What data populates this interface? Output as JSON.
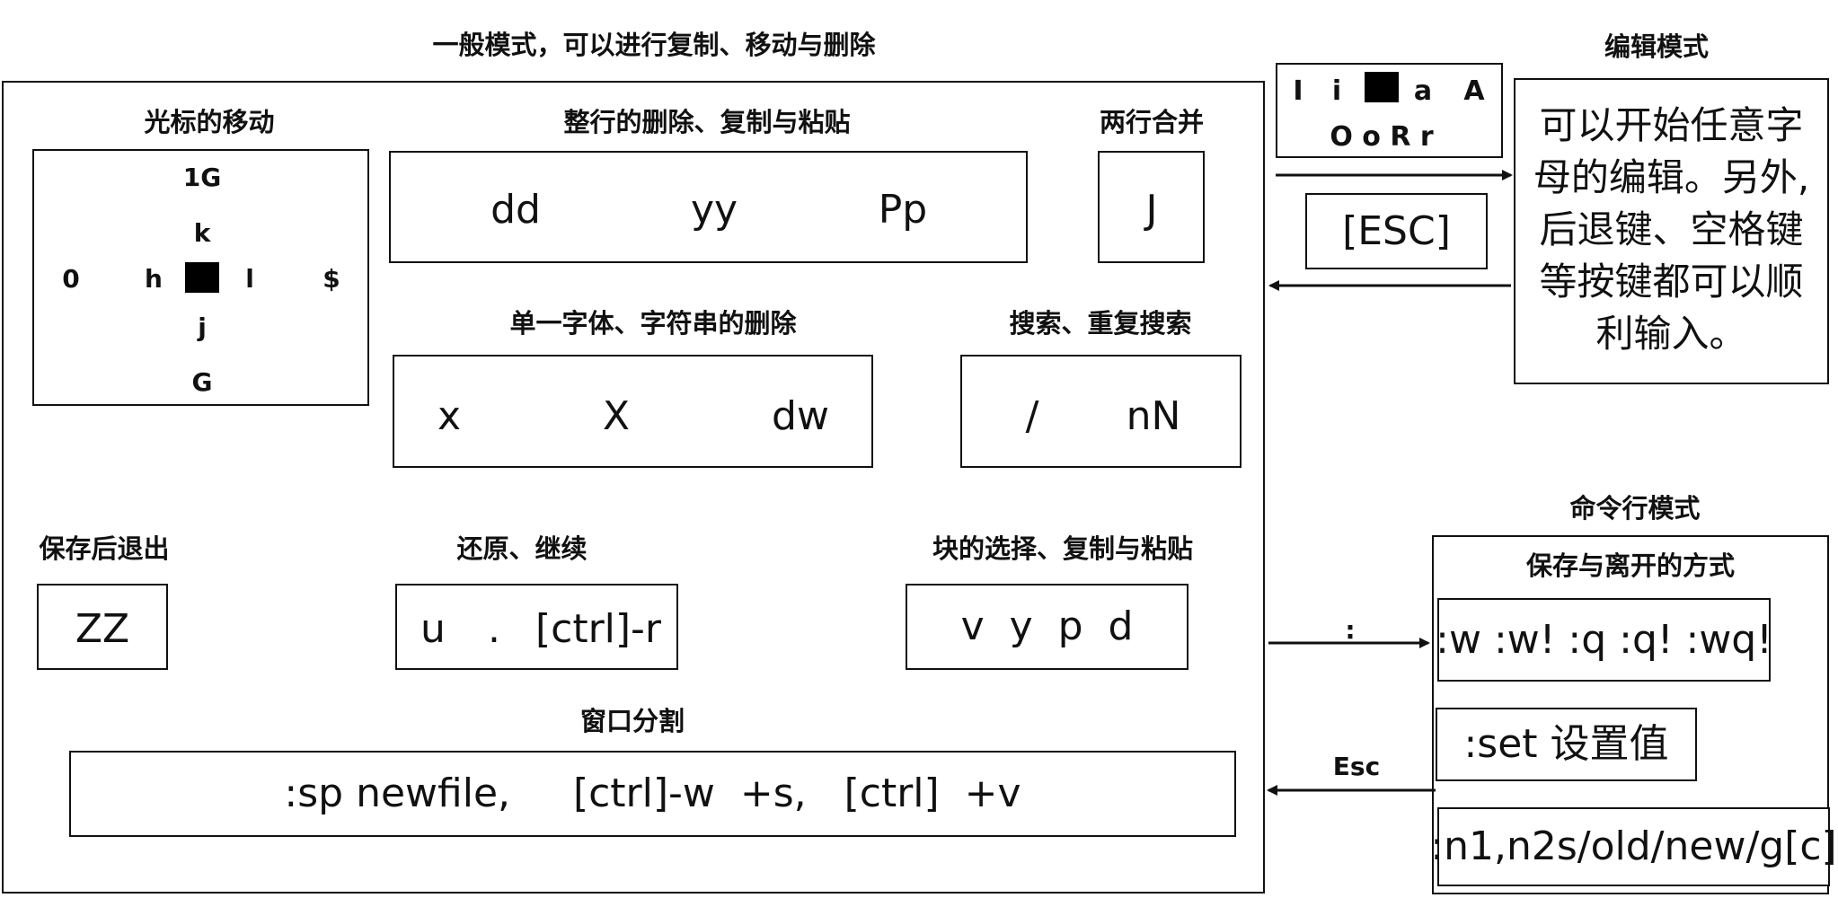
{
  "normal_mode": {
    "heading": "一般模式，可以进行复制、移动与删除",
    "cursor_move": {
      "title": "光标的移动",
      "keys": {
        "top": "1G",
        "up": "k",
        "left_far": "0",
        "left": "h",
        "right": "l",
        "right_far": "$",
        "down": "j",
        "bottom": "G"
      }
    },
    "line_ops": {
      "title": "整行的删除、复制与粘贴",
      "keys": [
        "dd",
        "yy",
        "Pp"
      ]
    },
    "join": {
      "title": "两行合并",
      "key": "J"
    },
    "char_delete": {
      "title": "单一字体、字符串的删除",
      "keys": [
        "x",
        "X",
        "dw"
      ]
    },
    "search": {
      "title": "搜索、重复搜索",
      "keys": [
        "/",
        "nN"
      ]
    },
    "save_quit": {
      "title": "保存后退出",
      "key": "ZZ"
    },
    "undo": {
      "title": "还原、继续",
      "keys": [
        "u",
        ".",
        "[ctrl]-r"
      ]
    },
    "block": {
      "title": "块的选择、复制与粘贴",
      "keys": "v  y  p  d"
    },
    "window_split": {
      "title": "窗口分割",
      "keys": ":sp newfile,     [ctrl]-w  +s,   [ctrl]  +v"
    }
  },
  "edit_mode": {
    "heading": "编辑模式",
    "insert_keys_row1": [
      "I",
      "i",
      "a",
      "A"
    ],
    "insert_keys_row2": "O o R r",
    "esc_key": "[ESC]",
    "description": [
      "可以开始任意字",
      "母的编辑。另外,",
      "后退键、空格键",
      "等按键都可以顺",
      "利输入。"
    ]
  },
  "command_mode": {
    "heading": "命令行模式",
    "subtitle": "保存与离开的方式",
    "enter_label": ":",
    "exit_label": "Esc",
    "commands": [
      ":w :w! :q :q! :wq!",
      ":set 设置值",
      ":n1,n2s/old/new/g[c]"
    ]
  },
  "colors": {
    "ink": "#111111",
    "background": "#ffffff"
  }
}
